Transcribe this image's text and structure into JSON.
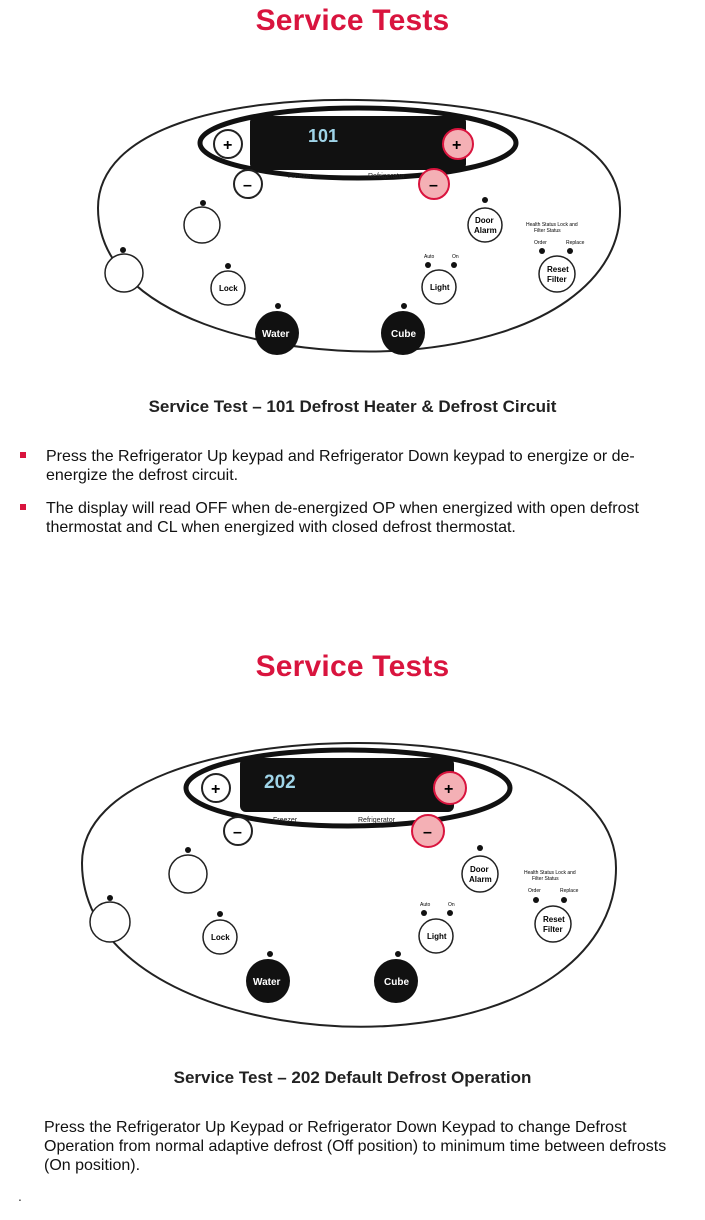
{
  "section1": {
    "title": "Service Tests",
    "display": "101",
    "labels": {
      "freezer": "Freezer",
      "refrigerator": "Refrigerator",
      "door_alarm_1": "Door",
      "door_alarm_2": "Alarm",
      "lock": "Lock",
      "light": "Light",
      "auto": "Auto",
      "on": "On",
      "filter_top_1": "Health Status Lock and",
      "filter_top_2": "Filter Status",
      "order": "Order",
      "replace": "Replace",
      "reset_1": "Reset",
      "reset_2": "Filter",
      "water": "Water",
      "cube": "Cube",
      "plus": "+",
      "minus": "–"
    },
    "caption": "Service Test – 101 Defrost Heater & Defrost Circuit",
    "bullets": [
      "Press the Refrigerator Up keypad and Refrigerator Down keypad  to energize or de-energize the defrost circuit.",
      "The display will read OFF when de-energized OP when energized with open defrost thermostat and CL when energized with closed defrost thermostat."
    ]
  },
  "section2": {
    "title": "Service Tests",
    "display": "202",
    "caption": "Service Test – 202 Default Defrost Operation",
    "paragraph": "Press the Refrigerator Up Keypad or Refrigerator Down Keypad to change Defrost Operation from normal adaptive defrost (Off position) to minimum time between defrosts (On position)."
  },
  "footer_mark": ".",
  "colors": {
    "title_red": "#d9143e",
    "highlight_red": "#e8434f",
    "display_text": "#9fd4e8"
  }
}
